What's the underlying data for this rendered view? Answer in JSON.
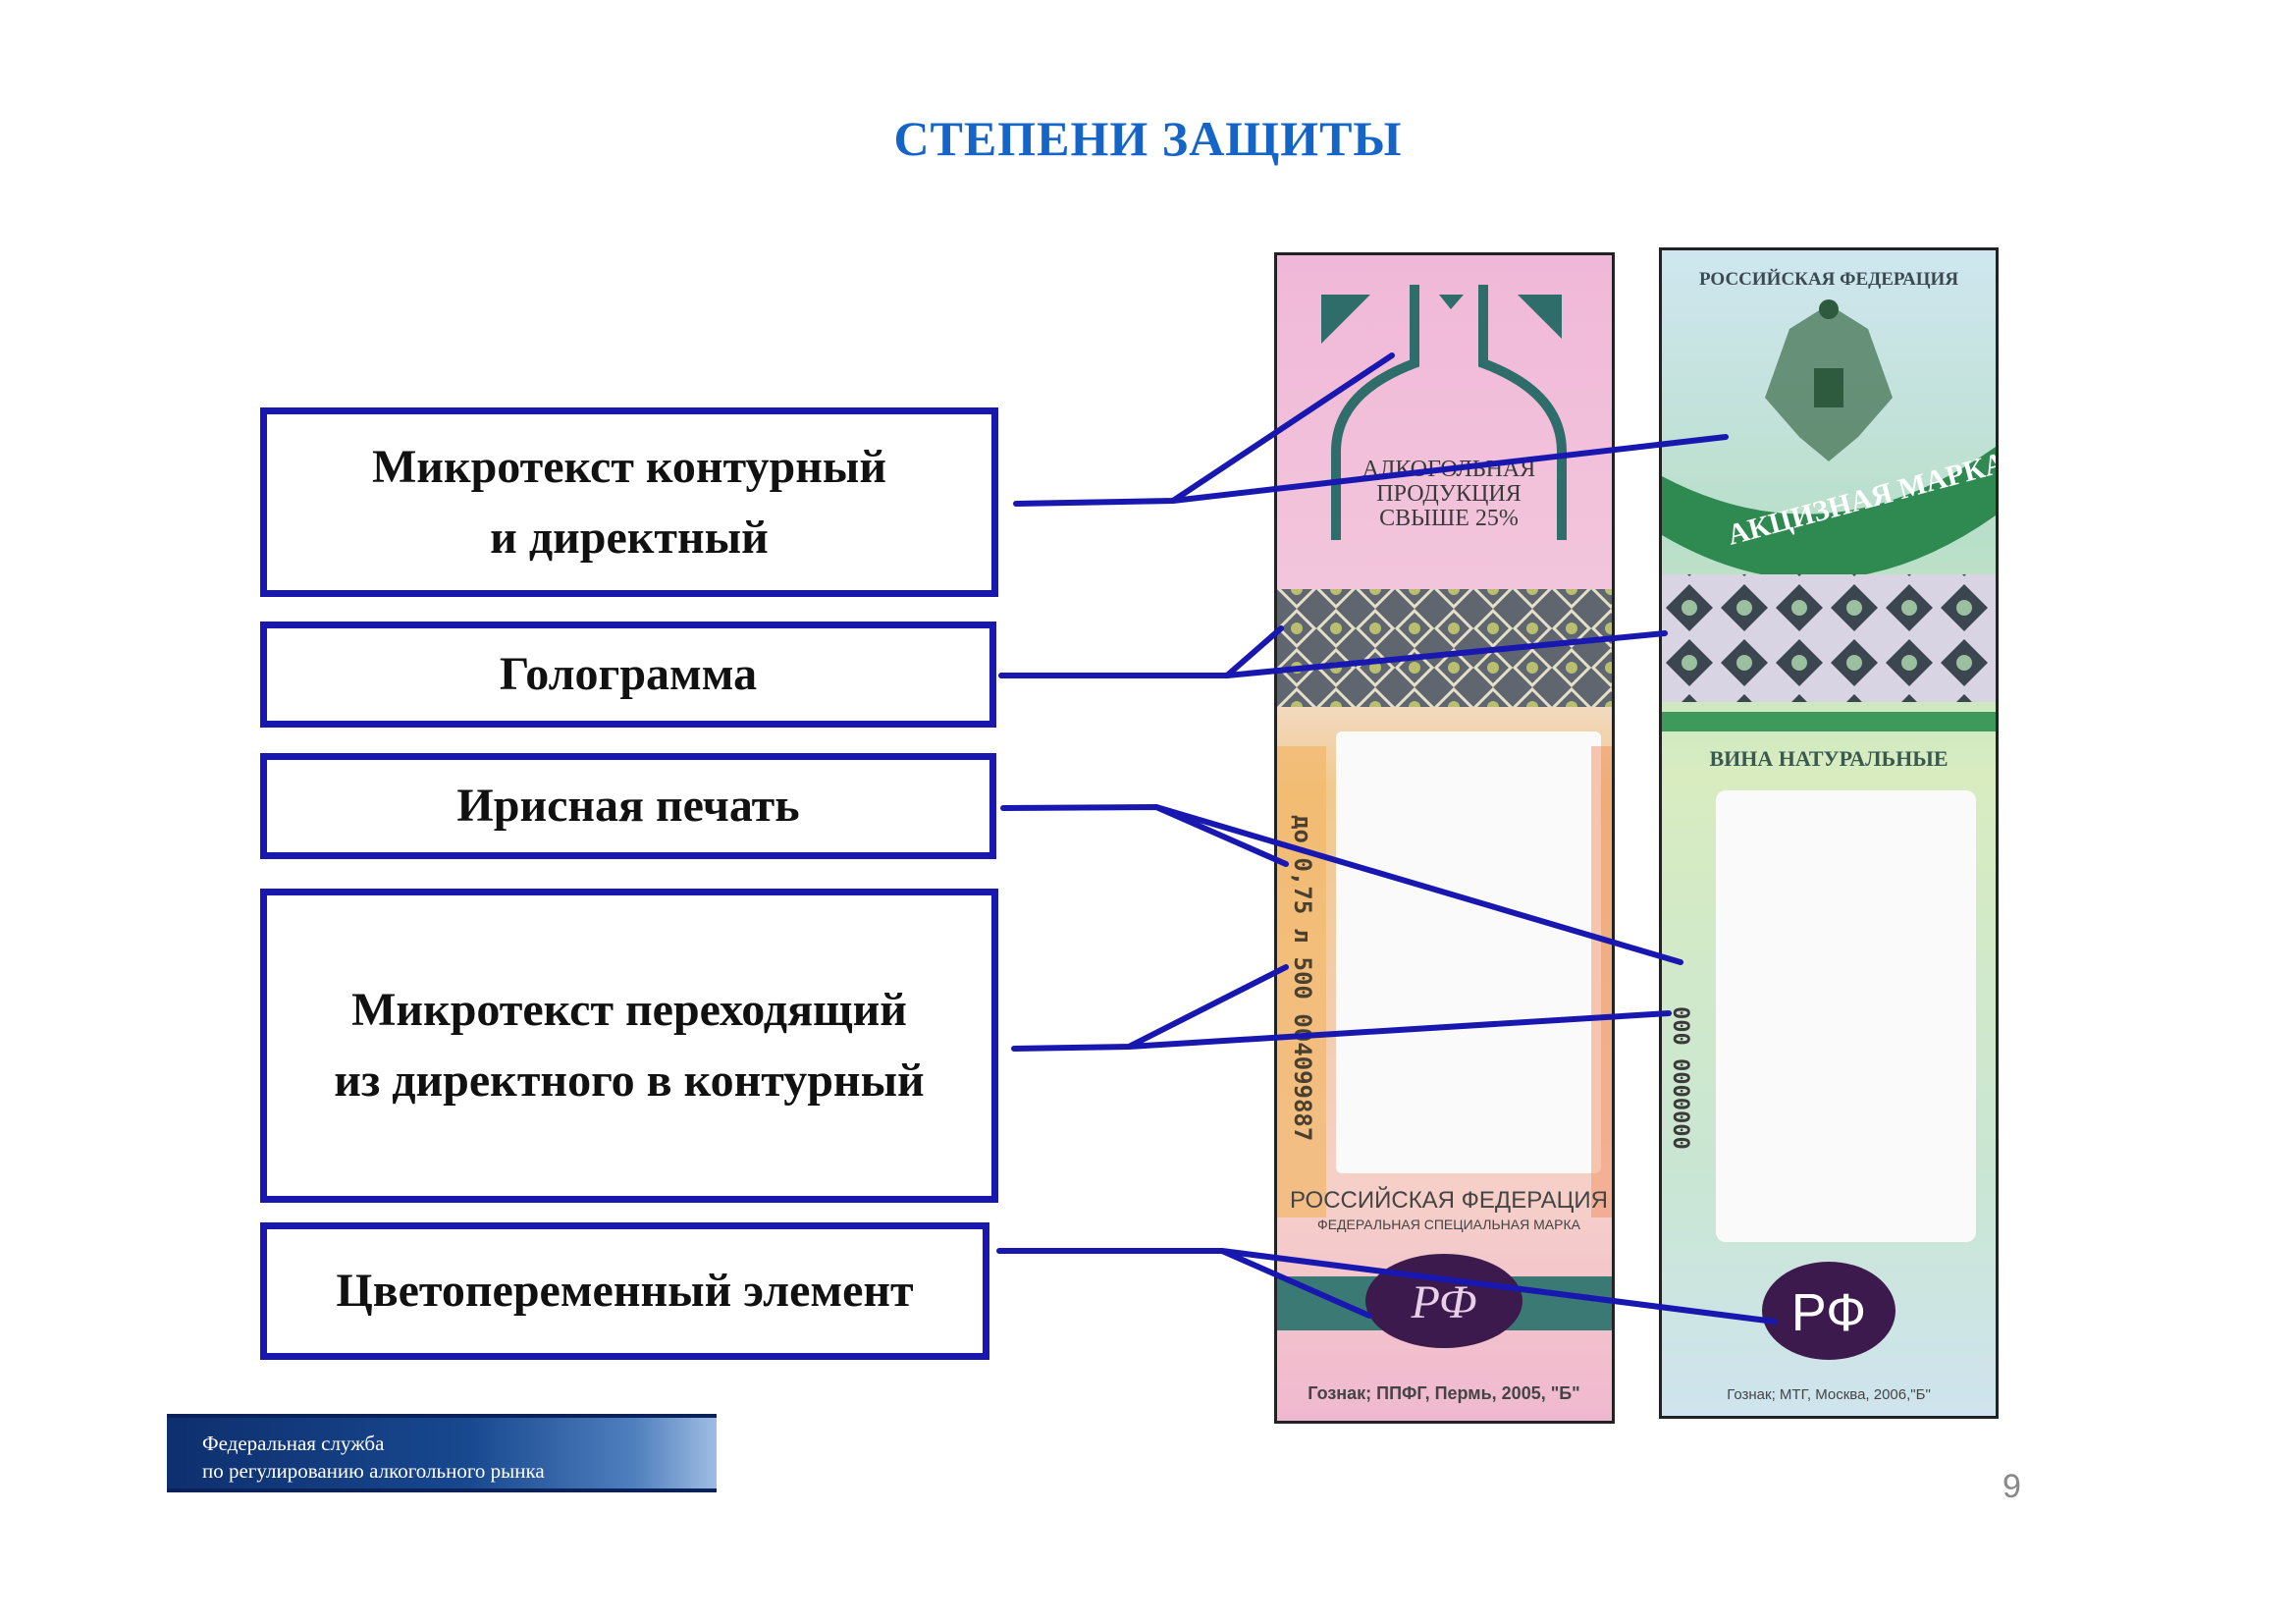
{
  "title": "СТЕПЕНИ ЗАЩИТЫ",
  "labels": [
    {
      "line1": "Микротекст контурный",
      "line2": "и директный"
    },
    {
      "line1": "Голограмма",
      "line2": ""
    },
    {
      "line1": "Ирисная печать",
      "line2": ""
    },
    {
      "line1": "Микротекст переходящий",
      "line2": "из директного в контурный"
    },
    {
      "line1": "Цветопеременный элемент",
      "line2": ""
    }
  ],
  "left_stamp": {
    "top_text": [
      "АЛКОГОЛЬНАЯ",
      "ПРОДУКЦИЯ",
      "СВЫШЕ 25%"
    ],
    "side_text": "до 0,75 л 500 004099887",
    "country": "РОССИЙСКАЯ ФЕДЕРАЦИЯ",
    "subtitle": "ФЕДЕРАЛЬНАЯ СПЕЦИАЛЬНАЯ МАРКА",
    "emblem": "РФ",
    "printer": "Гознак; ППФГ, Пермь, 2005, \"Б\""
  },
  "right_stamp": {
    "country": "РОССИЙСКАЯ ФЕДЕРАЦИЯ",
    "arc_text": "АКЦИЗНАЯ МАРКА",
    "category": "ВИНА НАТУРАЛЬНЫЕ",
    "side_text": "000 0000000",
    "emblem": "РФ",
    "printer": "Гознак; МТГ, Москва, 2006,\"Б\""
  },
  "footer": {
    "line1": "Федеральная служба",
    "line2": "по регулированию алкогольного рынка"
  },
  "page_number": "9",
  "colors": {
    "title": "#1564c8",
    "box_border": "#1818b0",
    "connector": "#1818b0"
  }
}
